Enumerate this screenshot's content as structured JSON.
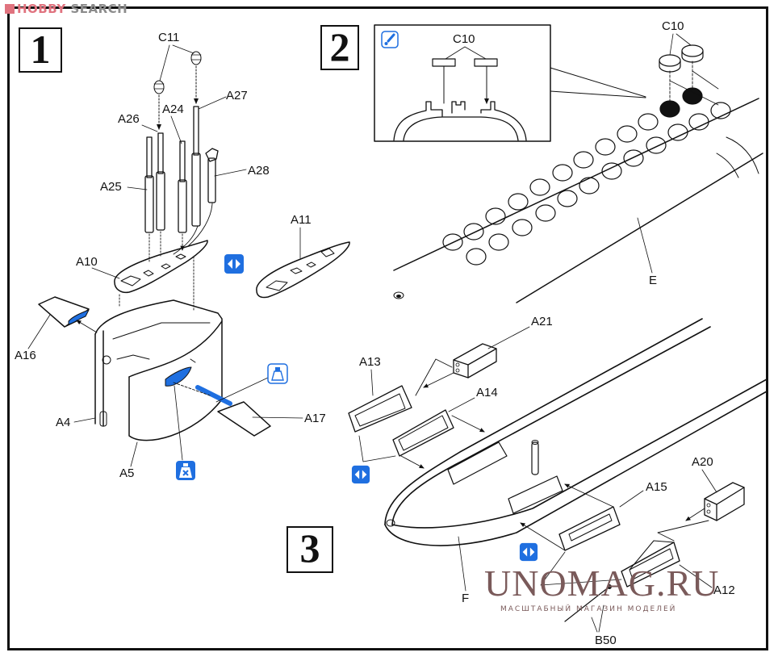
{
  "watermark_top": {
    "brand_a": "HOBBY",
    "brand_b": "SEARCH"
  },
  "steps": [
    {
      "number": "1"
    },
    {
      "number": "2"
    },
    {
      "number": "3"
    }
  ],
  "step1": {
    "labels": {
      "c11": "C11",
      "a27": "A27",
      "a26": "A26",
      "a24": "A24",
      "a28": "A28",
      "a25": "A25",
      "a11": "A11",
      "a10": "A10",
      "a16": "A16",
      "a4": "A4",
      "a5": "A5",
      "a17": "A17"
    },
    "icons": [
      "symmetric-parts-icon",
      "paint-icon",
      "no-glue-icon"
    ]
  },
  "step2": {
    "labels": {
      "c10_detail": "C10",
      "c10": "C10",
      "e": "E"
    },
    "icons": [
      "attention-icon"
    ]
  },
  "step3": {
    "labels": {
      "a21": "A21",
      "a13": "A13",
      "a14": "A14",
      "a20": "A20",
      "a15": "A15",
      "a12": "A12",
      "f": "F",
      "b50": "B50"
    },
    "icons": [
      "symmetric-parts-icon"
    ]
  },
  "watermark_bottom": {
    "title": "UNOMAG.RU",
    "subtitle": "МАСШТАБНЫЙ МАГАЗИН МОДЕЛЕЙ"
  },
  "colors": {
    "accent_blue": "#1f6fe0",
    "line": "#111111",
    "watermark": "#7a5a5a",
    "logo_red": "#e0737f"
  }
}
